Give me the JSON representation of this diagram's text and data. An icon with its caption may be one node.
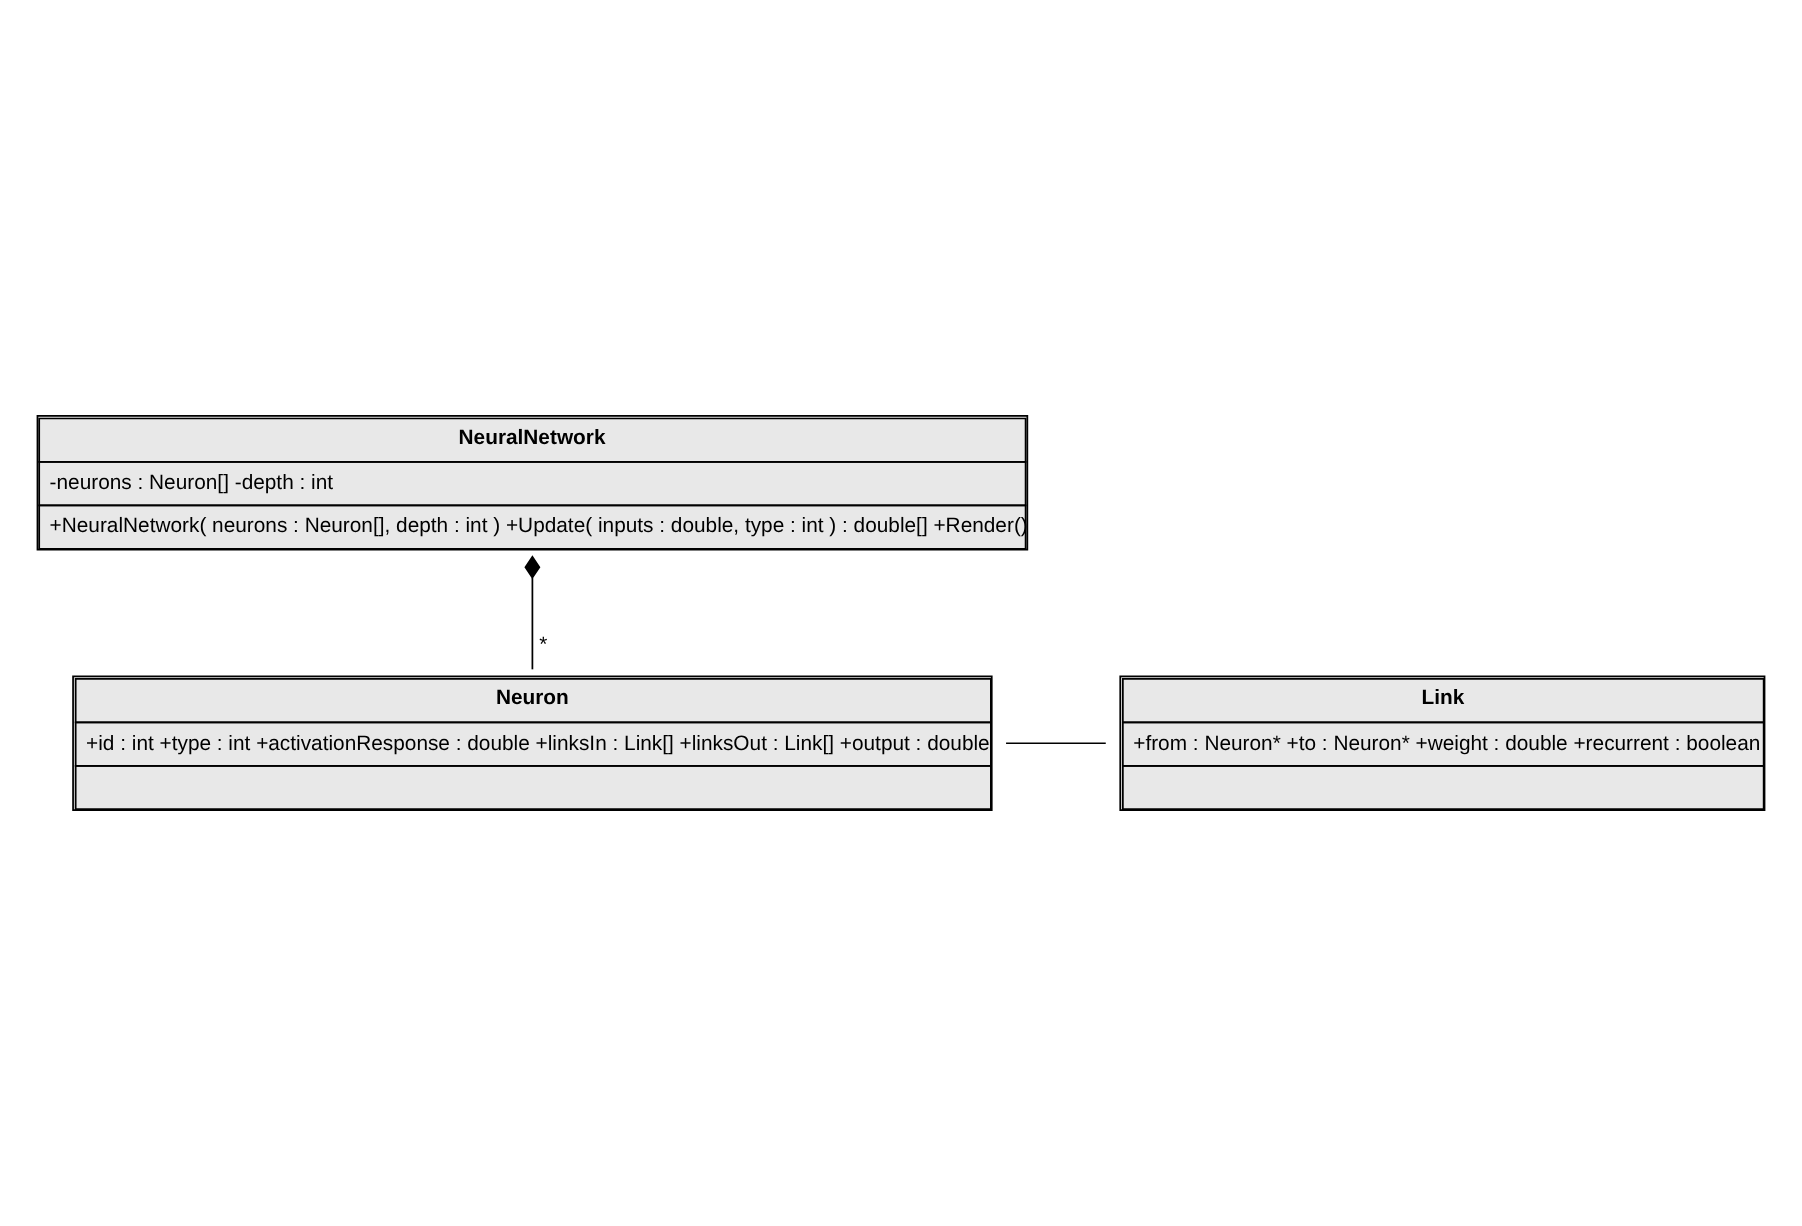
{
  "diagram": {
    "nodes": [
      {
        "text": [
          "NeuralNetwork",
          "-neurons : Neuron[] -depth : int",
          "+NeuralNetwork( neurons : Neuron[], depth : int ) +Update( inputs : double, type : int ) : double[] +Render()"
        ]
      },
      {
        "text": [
          "Neuron",
          "+id : int +type : int +activationResponse : double +linksIn : Link[] +linksOut : Link[] +output : double"
        ]
      },
      {
        "text": [
          "Link",
          "+from : Neuron* +to : Neuron* +weight : double +recurrent : boolean"
        ]
      }
    ],
    "edges": [
      {
        "from": 0,
        "to": 1,
        "arrow": "other",
        "label": "*"
      },
      {
        "from": 1,
        "to": 2,
        "arrow": "none"
      }
    ]
  }
}
